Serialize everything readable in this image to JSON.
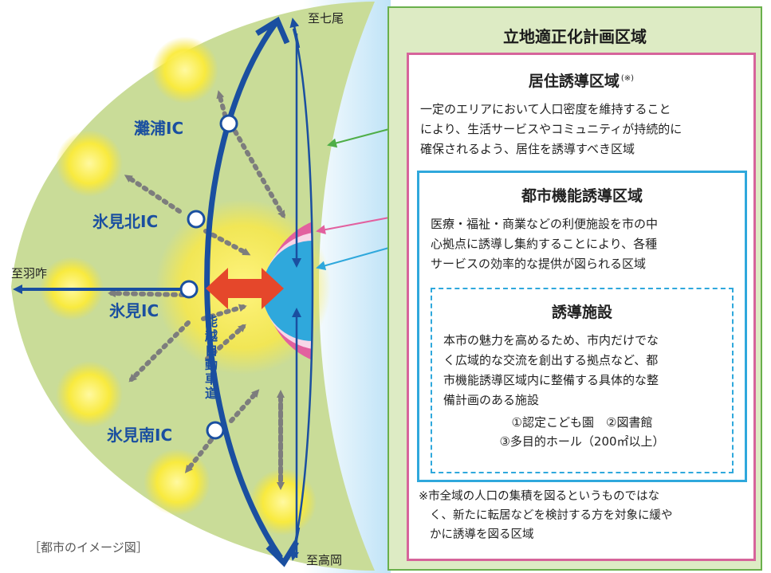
{
  "map": {
    "destinations": {
      "north": "至七尾",
      "west": "至羽咋",
      "south": "至高岡"
    },
    "interchanges": [
      "灘浦IC",
      "氷見北IC",
      "氷見IC",
      "氷見南IC"
    ],
    "expressway": "能越自動車道",
    "caption": "［都市のイメージ図］"
  },
  "panel": {
    "title": "立地適正化計画区域",
    "residential": {
      "title": "居住誘導区域",
      "title_note": "(※)",
      "description": [
        "一定のエリアにおいて人口密度を維持すること",
        "により、生活サービスやコミュニティが持続的に",
        "確保されるよう、居住を誘導すべき区域"
      ]
    },
    "urban_function": {
      "title": "都市機能誘導区域",
      "description": [
        "医療・福祉・商業などの利便施設を市の中",
        "心拠点に誘導し集約することにより、各種",
        "サービスの効率的な提供が図られる区域"
      ]
    },
    "facilities": {
      "title": "誘導施設",
      "description": [
        "本市の魅力を高めるため、市内だけでな",
        "く広域的な交流を創出する拠点など、都",
        "市機能誘導区域内に整備する具体的な整",
        "備計画のある施設"
      ],
      "items": [
        "①認定こども園　②図書館",
        "③多目的ホール（200㎡以上）"
      ]
    },
    "note": [
      "※市全域の人口の集積を図るというものではな",
      "く、新たに転居などを検討する方を対象に緩や",
      "かに誘導を図る区域"
    ]
  },
  "colors": {
    "city_green": "#c9dc98",
    "road_blue": "#1a4fa0",
    "urban_pink": "#e2609f",
    "core_blue": "#2fa8dc",
    "bidirectional_red": "#e5472b",
    "panel_border_green": "#6ab04c"
  }
}
